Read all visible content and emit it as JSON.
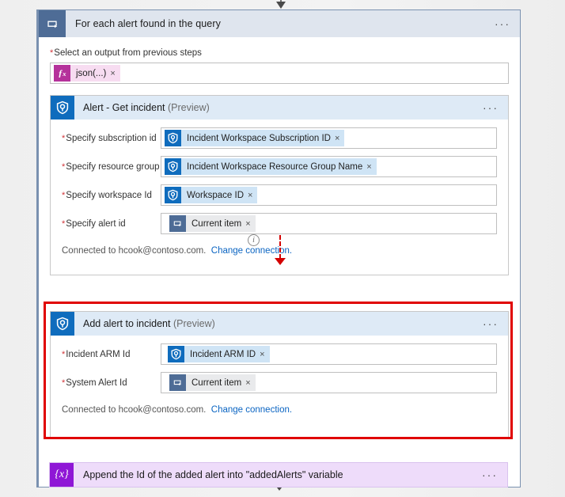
{
  "theme": {
    "page_bg": "#f1f1f1",
    "loop_accent": "#4e6c96",
    "connector_blue": "#0f6cbd",
    "highlight_red": "#e00000",
    "variable_purple": "#8f17d6",
    "expression_magenta": "#b5329b",
    "link_blue": "#0a64c2",
    "required_red": "#d13438"
  },
  "loop": {
    "icon": "loop-icon",
    "title": "For each alert found in the query",
    "overflow_menu": "···",
    "select_output": {
      "required_marker": "*",
      "label": "Select an output from previous steps",
      "token": {
        "icon": "expression-fx-icon",
        "icon_glyph": "ƒx",
        "text": "json(...)",
        "remove": "×"
      }
    }
  },
  "actions": [
    {
      "id": "alert-get-incident",
      "icon": "sentinel-shield-icon",
      "title": "Alert - Get incident",
      "preview_label": "(Preview)",
      "overflow_menu": "···",
      "fields": [
        {
          "required_marker": "*",
          "label": "Specify subscription id",
          "token": {
            "icon": "sentinel-shield-icon",
            "text": "Incident Workspace Subscription ID",
            "remove": "×",
            "style": "blue"
          }
        },
        {
          "required_marker": "*",
          "label": "Specify resource group",
          "token": {
            "icon": "sentinel-shield-icon",
            "text": "Incident Workspace Resource Group Name",
            "remove": "×",
            "style": "blue"
          }
        },
        {
          "required_marker": "*",
          "label": "Specify workspace Id",
          "token": {
            "icon": "sentinel-shield-icon",
            "text": "Workspace ID",
            "remove": "×",
            "style": "blue"
          }
        },
        {
          "required_marker": "*",
          "label": "Specify alert id",
          "token": {
            "icon": "loop-icon",
            "text": "Current item",
            "remove": "×",
            "style": "gray"
          }
        }
      ],
      "connection": {
        "text": "Connected to hcook@contoso.com.",
        "link": "Change connection."
      }
    },
    {
      "id": "add-alert-to-incident",
      "icon": "sentinel-shield-icon",
      "title": "Add alert to incident",
      "preview_label": "(Preview)",
      "overflow_menu": "···",
      "highlighted": true,
      "fields": [
        {
          "required_marker": "*",
          "label": "Incident ARM Id",
          "token": {
            "icon": "sentinel-shield-icon",
            "text": "Incident ARM ID",
            "remove": "×",
            "style": "blue"
          }
        },
        {
          "required_marker": "*",
          "label": "System Alert Id",
          "token": {
            "icon": "loop-icon",
            "text": "Current item",
            "remove": "×",
            "style": "gray"
          }
        }
      ],
      "connection": {
        "text": "Connected to hcook@contoso.com.",
        "link": "Change connection."
      }
    }
  ],
  "connectors": {
    "info_glyph": "i",
    "info_tooltip_name": "info-icon"
  },
  "variable_action": {
    "icon": "variable-braces-icon",
    "icon_glyph": "{x}",
    "title": "Append the Id of the added alert into \"addedAlerts\" variable",
    "overflow_menu": "···"
  }
}
